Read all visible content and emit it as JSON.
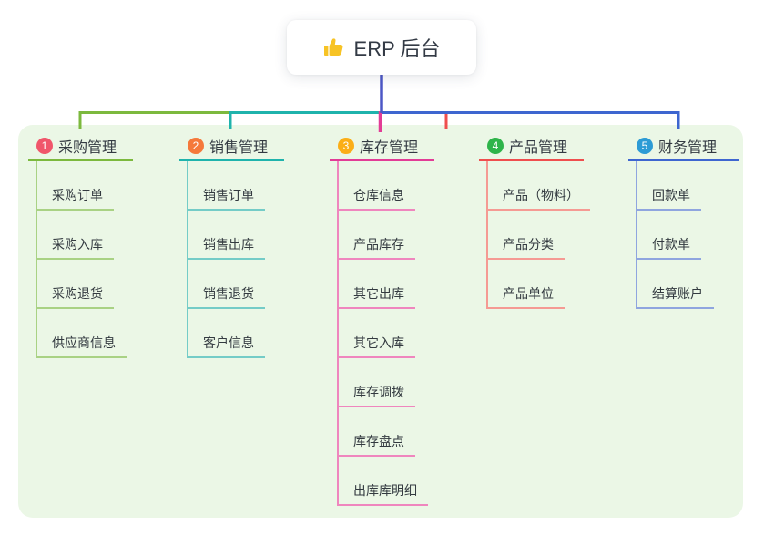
{
  "root": {
    "label": "ERP 后台",
    "icon": "thumbs-up"
  },
  "branches": [
    {
      "num": "1",
      "label": "采购管理",
      "line_color": "#7CB93E",
      "child_line_color": "#A9D284",
      "badge_color": "#F0566B",
      "children": [
        "采购订单",
        "采购入库",
        "采购退货",
        "供应商信息"
      ]
    },
    {
      "num": "2",
      "label": "销售管理",
      "line_color": "#1FB3AC",
      "child_line_color": "#74CCC7",
      "badge_color": "#F5793B",
      "children": [
        "销售订单",
        "销售出库",
        "销售退货",
        "客户信息"
      ]
    },
    {
      "num": "3",
      "label": "库存管理",
      "line_color": "#E23C96",
      "child_line_color": "#EF86BE",
      "badge_color": "#FBAE17",
      "children": [
        "仓库信息",
        "产品库存",
        "其它出库",
        "其它入库",
        "库存调拨",
        "库存盘点",
        "出库库明细"
      ]
    },
    {
      "num": "4",
      "label": "产品管理",
      "line_color": "#EF4E4E",
      "child_line_color": "#F59A93",
      "badge_color": "#2EB44A",
      "children": [
        "产品（物料）",
        "产品分类",
        "产品单位"
      ]
    },
    {
      "num": "5",
      "label": "财务管理",
      "line_color": "#3E66D0",
      "child_line_color": "#8FA5DF",
      "badge_color": "#2D9BD5",
      "children": [
        "回款单",
        "付款单",
        "结算账户"
      ]
    }
  ],
  "colors": {
    "root_connector": "#4C57C6",
    "panel_background": "#EBF7E6",
    "canvas_background": "#FFFFFF",
    "thumb_icon_fill": "#F7C325"
  }
}
